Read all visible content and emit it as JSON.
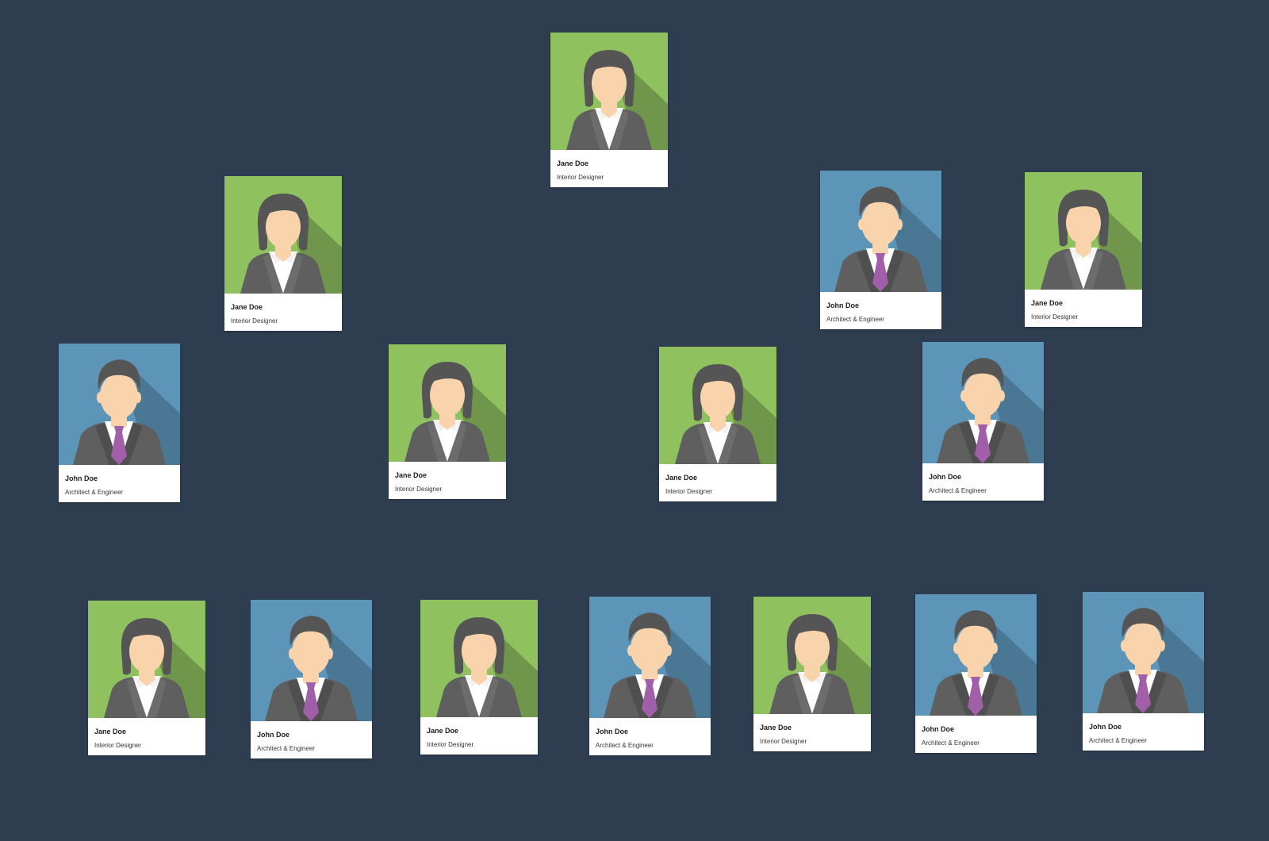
{
  "colors": {
    "background": "#2e3d50",
    "female_bg": "#8fc15f",
    "male_bg": "#5d95b8",
    "tie": "#a05fa8",
    "suit": "#5f5f5f",
    "hair": "#555555",
    "skin": "#f8d3ac"
  },
  "nodes": [
    {
      "id": "n1",
      "name": "Jane Doe",
      "title": "Interior Designer",
      "gender": "female",
      "avatar_icon": "female-avatar-icon"
    },
    {
      "id": "n2",
      "name": "Jane Doe",
      "title": "Interior Designer",
      "gender": "female",
      "avatar_icon": "female-avatar-icon"
    },
    {
      "id": "n3",
      "name": "John Doe",
      "title": "Architect & Engineer",
      "gender": "male",
      "avatar_icon": "male-avatar-icon"
    },
    {
      "id": "n4",
      "name": "Jane Doe",
      "title": "Interior Designer",
      "gender": "female",
      "avatar_icon": "female-avatar-icon"
    },
    {
      "id": "n5",
      "name": "John Doe",
      "title": "Architect & Engineer",
      "gender": "male",
      "avatar_icon": "male-avatar-icon"
    },
    {
      "id": "n6",
      "name": "Jane Doe",
      "title": "Interior Designer",
      "gender": "female",
      "avatar_icon": "female-avatar-icon"
    },
    {
      "id": "n7",
      "name": "Jane Doe",
      "title": "Interior Designer",
      "gender": "female",
      "avatar_icon": "female-avatar-icon"
    },
    {
      "id": "n8",
      "name": "John Doe",
      "title": "Architect & Engineer",
      "gender": "male",
      "avatar_icon": "male-avatar-icon"
    },
    {
      "id": "n9",
      "name": "Jane Doe",
      "title": "Interior Designer",
      "gender": "female",
      "avatar_icon": "female-avatar-icon"
    },
    {
      "id": "n10",
      "name": "John Doe",
      "title": "Architect & Engineer",
      "gender": "male",
      "avatar_icon": "male-avatar-icon"
    },
    {
      "id": "n11",
      "name": "Jane Doe",
      "title": "Interior Designer",
      "gender": "female",
      "avatar_icon": "female-avatar-icon"
    },
    {
      "id": "n12",
      "name": "John Doe",
      "title": "Architect & Engineer",
      "gender": "male",
      "avatar_icon": "male-avatar-icon"
    },
    {
      "id": "n13",
      "name": "Jane Doe",
      "title": "Interior Designer",
      "gender": "female",
      "avatar_icon": "female-avatar-icon"
    },
    {
      "id": "n14",
      "name": "John Doe",
      "title": "Architect & Engineer",
      "gender": "male",
      "avatar_icon": "male-avatar-icon"
    },
    {
      "id": "n15",
      "name": "John Doe",
      "title": "Architect & Engineer",
      "gender": "male",
      "avatar_icon": "male-avatar-icon"
    }
  ]
}
